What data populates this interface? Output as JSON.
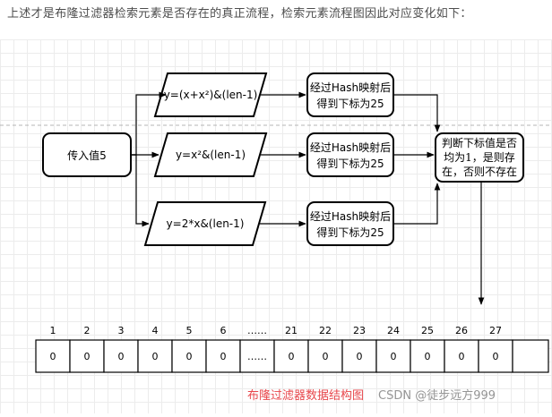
{
  "intro": "上述才是布隆过滤器检索元素是否存在的真正流程，检索元素流程图因此对应变化如下：",
  "flow": {
    "input": "传入值5",
    "hash_functions": [
      "y=(x+x²)&(len-1)",
      "y=x²&(len-1)",
      "y=2*x&(len-1)"
    ],
    "mapping_result": [
      "经过Hash映射后",
      "得到下标为25"
    ],
    "judge": [
      "判断下标值是否",
      "均为1，是则存",
      "在，否则不存在"
    ]
  },
  "bit_array": {
    "indices": [
      "1",
      "2",
      "3",
      "4",
      "5",
      "6",
      "……",
      "21",
      "22",
      "23",
      "24",
      "25",
      "26",
      "27"
    ],
    "values": [
      "0",
      "0",
      "0",
      "0",
      "0",
      "0",
      "……",
      "0",
      "0",
      "0",
      "0",
      "0",
      "0",
      "0"
    ]
  },
  "watermark": {
    "caption": "布隆过滤器数据结构图",
    "credit": "CSDN @徒步远方999"
  }
}
